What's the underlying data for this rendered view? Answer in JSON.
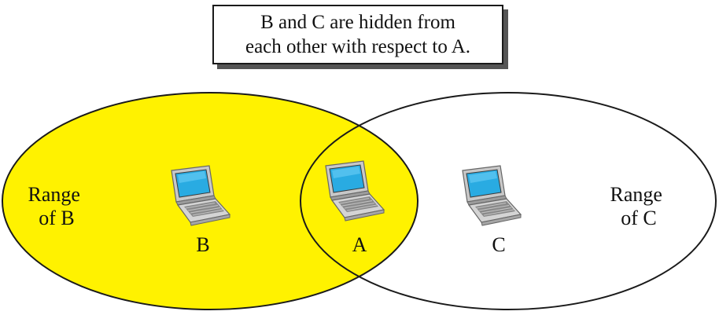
{
  "caption": {
    "line1": "B and C are hidden from",
    "line2": "each other with respect to A."
  },
  "ranges": {
    "b": {
      "line1": "Range",
      "line2": "of B"
    },
    "c": {
      "line1": "Range",
      "line2": "of C"
    }
  },
  "nodes": {
    "b": "B",
    "a": "A",
    "c": "C"
  },
  "colors": {
    "range_b_fill": "#fff200",
    "range_c_fill": "#ffffff",
    "outline": "#1a1a1a",
    "screen": "#29abe2",
    "laptop_body": "#cfcfcf"
  },
  "icons": [
    "laptop-icon"
  ]
}
